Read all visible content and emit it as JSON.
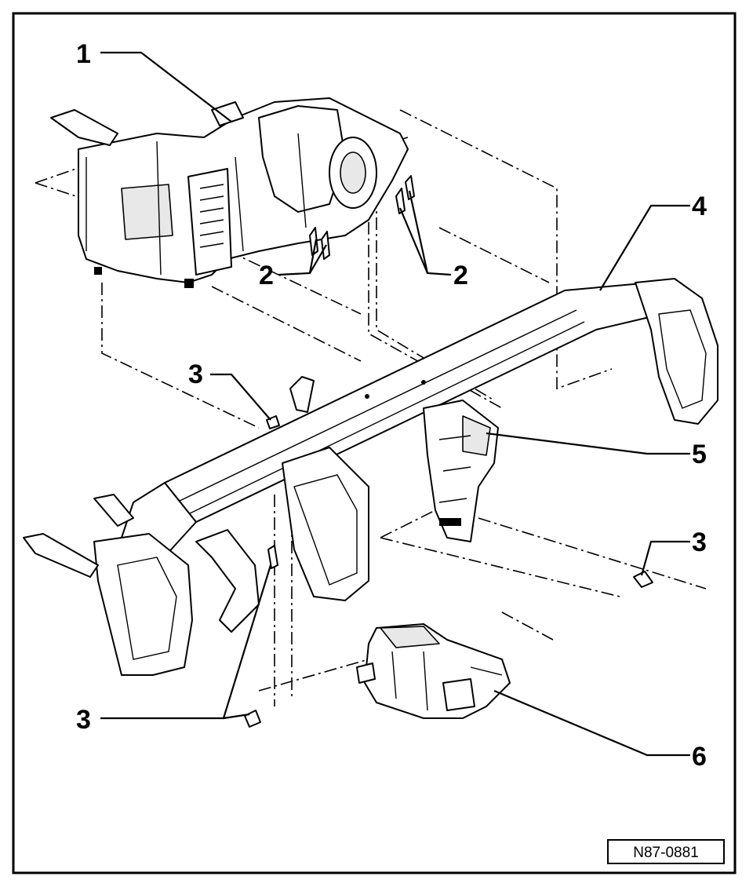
{
  "figure": {
    "reference_code": "N87-0881",
    "callouts": [
      {
        "id": "c1",
        "label": "1",
        "part": "heater-and-air-conditioning-unit"
      },
      {
        "id": "c2a",
        "label": "2",
        "part": "bolt"
      },
      {
        "id": "c2b",
        "label": "2",
        "part": "bolt"
      },
      {
        "id": "c3a",
        "label": "3",
        "part": "bolt"
      },
      {
        "id": "c3b",
        "label": "3",
        "part": "bolt"
      },
      {
        "id": "c3c",
        "label": "3",
        "part": "bolt"
      },
      {
        "id": "c4",
        "label": "4",
        "part": "cross-member"
      },
      {
        "id": "c5",
        "label": "5",
        "part": "center-support-bracket"
      },
      {
        "id": "c6",
        "label": "6",
        "part": "control-module"
      }
    ]
  }
}
